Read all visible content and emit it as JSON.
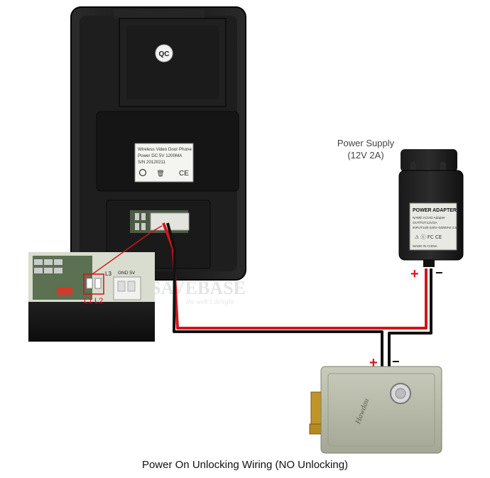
{
  "caption": "Power On Unlocking Wiring (NO Unlocking)",
  "power_supply": {
    "title": "Power Supply",
    "rating": "(12V 2A)",
    "label_title": "POWER ADAPTER",
    "label_lines": [
      "NAME:AC/AD Adapter",
      "OUTPUT:12V/2A",
      "INPUT:100-240V~50/60Hz 0.5A",
      "MADE IN CHINA"
    ]
  },
  "door_unit": {
    "qc_badge": "QC",
    "label_lines": [
      "Wireless Video Door Phone",
      "Power DC 5V 1200MA",
      "S/N 20120211"
    ],
    "ce_mark": "CE"
  },
  "zoom_terminal": {
    "terminal_label": "L3",
    "power_label": "GND 5V",
    "l1": "L1",
    "l2": "L2"
  },
  "lock": {
    "brand": "Hawdau"
  },
  "polarity": {
    "psu_plus": "+",
    "psu_minus": "−",
    "lock_plus": "+",
    "lock_minus": "−"
  },
  "watermark": {
    "text": "SAVEBASE",
    "tagline": "the web's delight"
  },
  "colors": {
    "wire_red": "#d2151a",
    "wire_black": "#111111",
    "plus_red": "#e0141b",
    "device_black": "#1b1b1b",
    "lock_gray": "#b6b9a8",
    "lock_brass": "#c19428"
  }
}
